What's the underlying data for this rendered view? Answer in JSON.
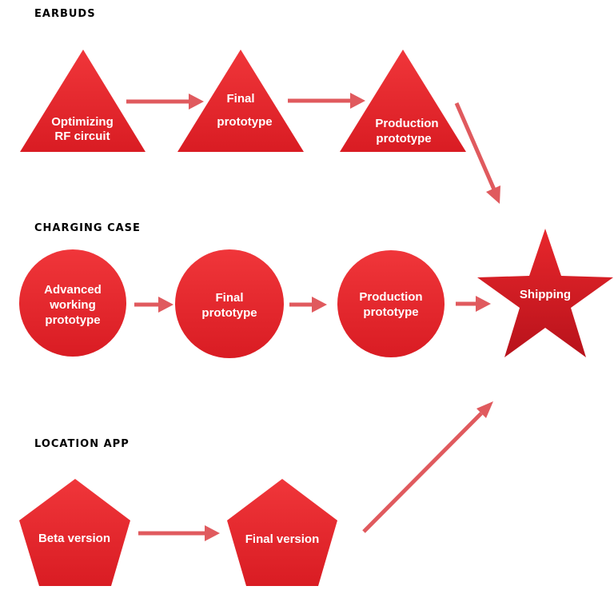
{
  "colors": {
    "shape_fill": "#e8272c",
    "shape_dark": "#c4121c",
    "arrow": "#e05a5e"
  },
  "sections": {
    "earbuds": "EARBUDS",
    "charging_case": "CHARGING CASE",
    "location_app": "LOCATION APP"
  },
  "earbuds_steps": [
    {
      "line1": "Optimizing",
      "line2": "RF circuit"
    },
    {
      "line1": "Final",
      "line2": "prototype"
    },
    {
      "line1": "Production",
      "line2": "prototype"
    }
  ],
  "charging_steps": [
    {
      "line1": "Advanced",
      "line2": "working",
      "line3": "prototype"
    },
    {
      "line1": "Final",
      "line2": "prototype"
    },
    {
      "line1": "Production",
      "line2": "prototype"
    }
  ],
  "app_steps": [
    {
      "line1": "Beta version"
    },
    {
      "line1": "Final version"
    }
  ],
  "goal": {
    "label": "Shipping"
  }
}
